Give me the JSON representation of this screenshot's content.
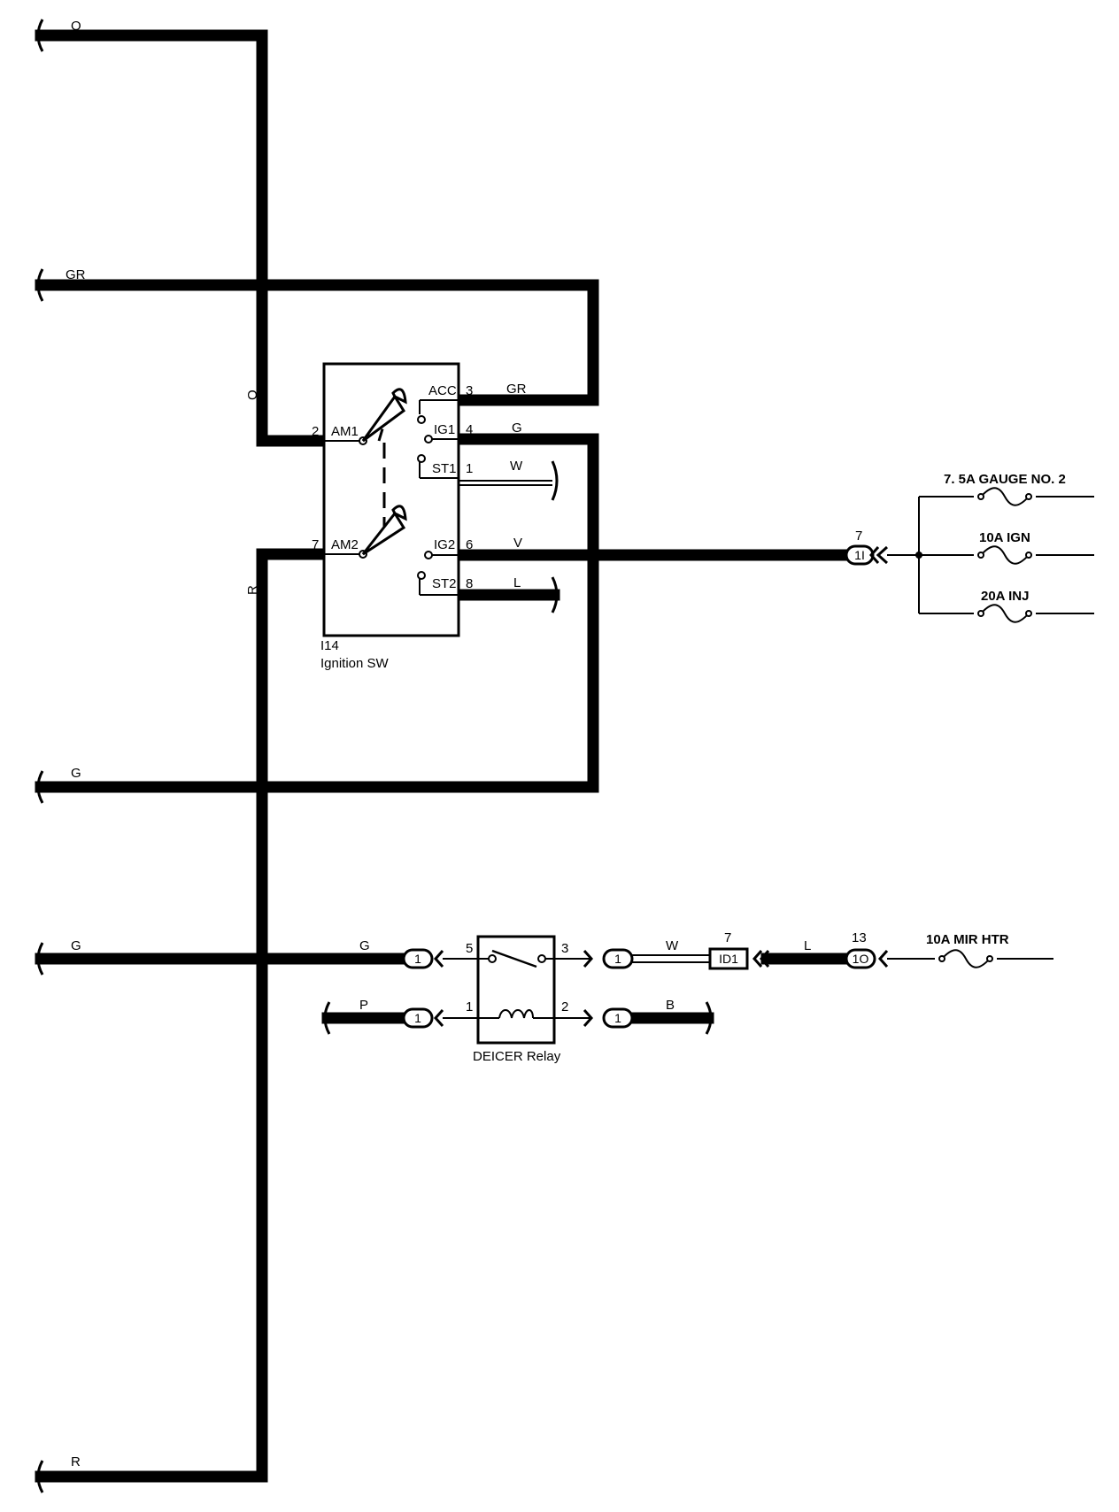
{
  "wire_colors": {
    "left_o": "O",
    "left_gr": "GR",
    "vertical_o": "O",
    "vertical_r": "R",
    "left_g_upper": "G",
    "left_g_lower": "G",
    "left_r": "R",
    "acc_wire": "GR",
    "ig1_wire": "G",
    "st1_wire": "W",
    "ig2_wire": "V",
    "st2_wire": "L",
    "relay_in_wire": "G",
    "relay_p_wire": "P",
    "relay_out_wire": "W",
    "relay_b_wire": "B",
    "mir_l_wire": "L"
  },
  "ignition_switch": {
    "id": "I14",
    "name": "Ignition SW",
    "pin_am1": "2",
    "label_am1": "AM1",
    "pin_am2": "7",
    "label_am2": "AM2",
    "pin_acc": "3",
    "label_acc": "ACC",
    "pin_ig1": "4",
    "label_ig1": "IG1",
    "pin_st1": "1",
    "label_st1": "ST1",
    "pin_ig2": "6",
    "label_ig2": "IG2",
    "pin_st2": "8",
    "label_st2": "ST2"
  },
  "connector_1i": {
    "pin": "7",
    "label": "1I"
  },
  "fuses_right": [
    {
      "label": "7. 5A GAUGE NO. 2"
    },
    {
      "label": "10A IGN"
    },
    {
      "label": "20A INJ"
    }
  ],
  "relay": {
    "name": "DEICER Relay",
    "pin5": "5",
    "pin3": "3",
    "pin1": "1",
    "pin2": "2",
    "conn_in": "1",
    "conn_p": "1",
    "conn_out": "1",
    "conn_b": "1"
  },
  "connector_id1": {
    "pin": "7",
    "label": "ID1"
  },
  "connector_1o": {
    "pin": "13",
    "label": "1O"
  },
  "fuse_mir": {
    "label": "10A MIR HTR"
  }
}
